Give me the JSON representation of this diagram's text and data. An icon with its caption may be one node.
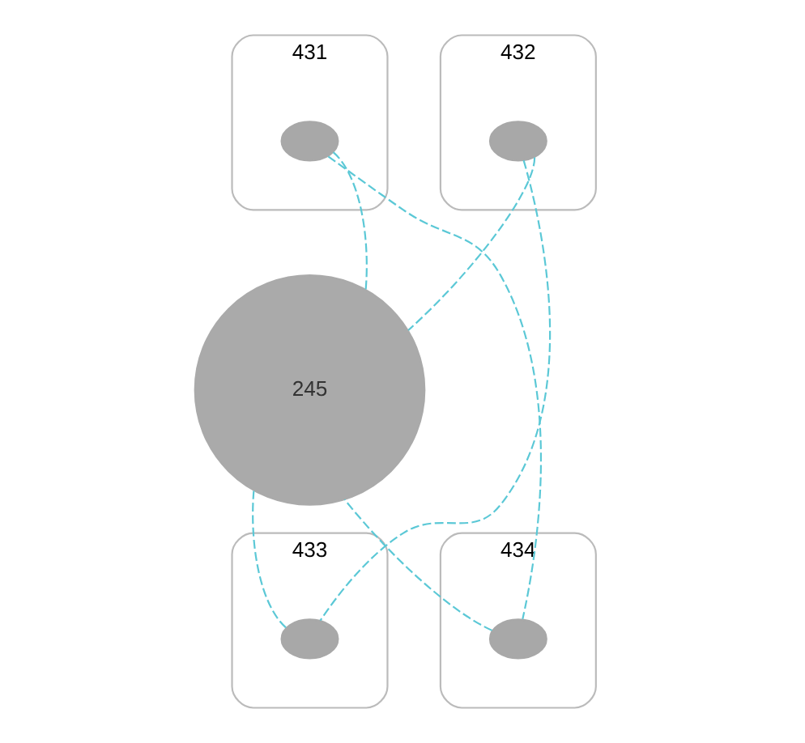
{
  "diagram": {
    "nodes": [
      {
        "text": [
          "431"
        ]
      },
      {
        "text": [],
        "shape": "circle",
        "in": 0
      },
      {
        "text": [
          "432"
        ]
      },
      {
        "text": [],
        "shape": "circle",
        "in": 2
      },
      {
        "text": [
          "245"
        ]
      },
      {
        "text": [
          "433"
        ]
      },
      {
        "text": [],
        "shape": "circle",
        "in": 5
      },
      {
        "text": [
          "434"
        ]
      },
      {
        "text": [],
        "shape": "circle",
        "in": 7
      }
    ],
    "edges": [
      {
        "from": 1,
        "to": 4,
        "arrow": "none",
        "style": "dashed"
      },
      {
        "from": 3,
        "to": 4,
        "arrow": "none",
        "style": "dashed"
      },
      {
        "from": 6,
        "to": 4,
        "arrow": "none",
        "style": "dashed"
      },
      {
        "from": 8,
        "to": 4,
        "arrow": "none",
        "style": "dashed"
      },
      {
        "from": 1,
        "to": 8,
        "arrow": "none",
        "style": "dashed"
      },
      {
        "from": 3,
        "to": 6,
        "arrow": "none",
        "style": "dashed"
      }
    ]
  }
}
